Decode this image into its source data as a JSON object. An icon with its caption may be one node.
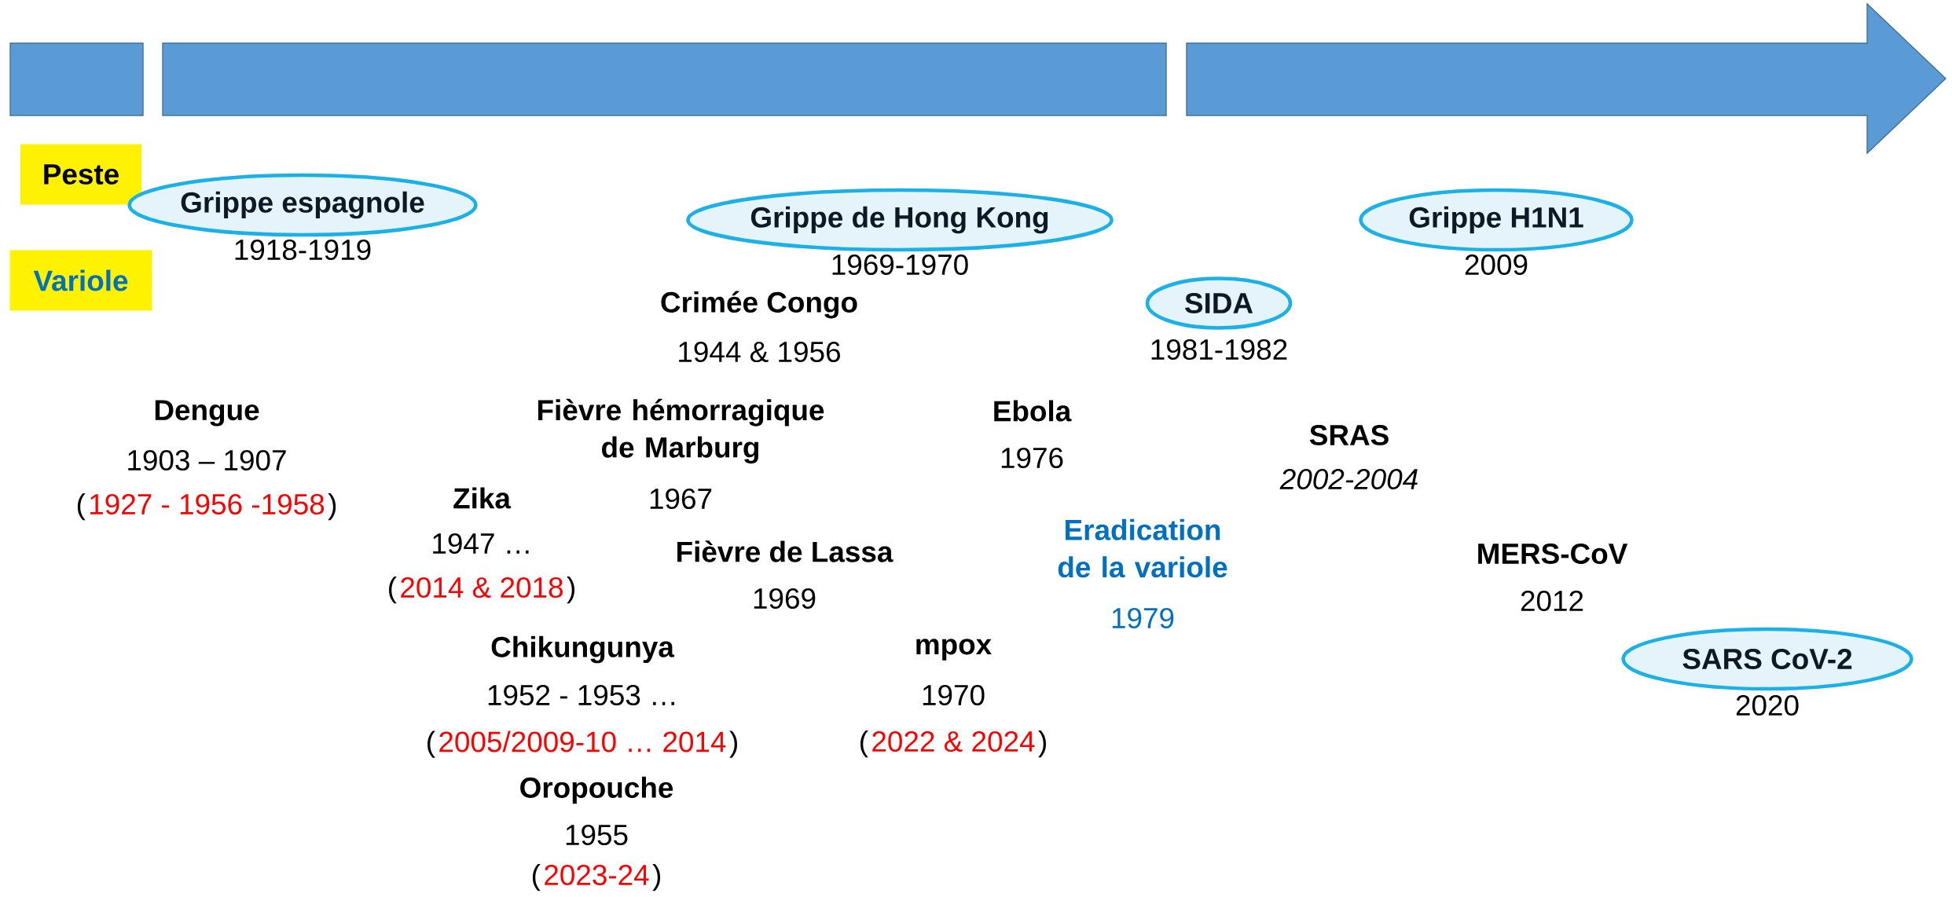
{
  "diagram": {
    "nodes": [
      {
        "text": [
          "Peste"
        ]
      },
      {
        "text": [
          "Variole"
        ]
      },
      {
        "text": [
          "Grippe espagnole"
        ],
        "beside": [
          "1918-1919"
        ]
      },
      {
        "text": [
          "Grippe de Hong Kong"
        ],
        "beside": [
          "1969-1970"
        ]
      },
      {
        "text": [
          "SIDA"
        ],
        "beside": [
          "1981-1982"
        ]
      },
      {
        "text": [
          "Grippe H1N1"
        ],
        "beside": [
          "2009"
        ]
      },
      {
        "text": [
          "SARS CoV-2"
        ],
        "beside": [
          "2020"
        ]
      }
    ],
    "labels": [
      "Crimée Congo",
      "1944 & 1956",
      "Dengue",
      "1903 – 1907",
      "(",
      "1927 - 1956 -1958",
      ")",
      "Fièvre hémorragique de Marburg",
      "Zika",
      "1967",
      "1947 …",
      "(",
      "2014 & 2018",
      ")",
      "Fièvre de Lassa",
      "1969",
      "Chikungunya",
      "1952 - 1953 …",
      "(",
      "2005/2009-10 … 2014",
      ")",
      "Oropouche",
      "1955",
      "(",
      "2023-24",
      ")",
      "Ebola",
      "1976",
      "mpox",
      "1970",
      "(",
      "2022 & 2024",
      ")",
      "Eradication de la variole",
      "1979",
      "SRAS",
      "2002-2004",
      "MERS-CoV",
      "2012"
    ]
  }
}
